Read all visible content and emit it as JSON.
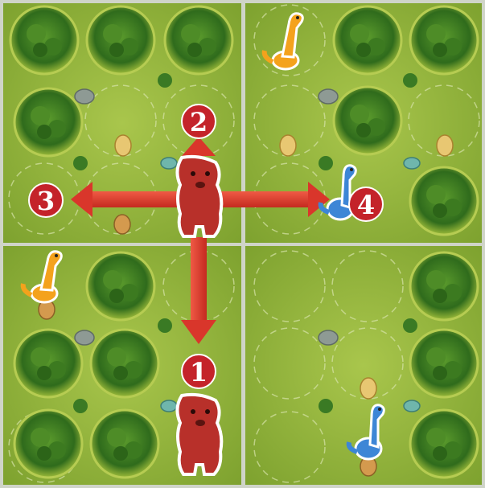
{
  "board": {
    "quadrants": [
      "top-left",
      "top-right",
      "bottom-left",
      "bottom-right"
    ],
    "colors": {
      "grass": "#8fb23a",
      "grass_dark": "#6f9529",
      "bush": "#3d7f22",
      "bush_ring": "#a4bf3e",
      "arrow": "#d9362b",
      "marker": "#c4232a",
      "orange_dino": "#f4a21c",
      "blue_dino": "#3d86d6",
      "red_dino": "#b8302a",
      "egg": "#e6c56a"
    }
  },
  "markers": {
    "m1": "1",
    "m2": "2",
    "m3": "3",
    "m4": "4"
  },
  "icons": {
    "bush": "bush-icon",
    "rock": "rock-icon",
    "egg": "egg-icon",
    "orange_dino": "orange-dinosaur-icon",
    "blue_dino": "blue-dinosaur-icon",
    "red_dino": "red-dinosaur-icon",
    "arrow": "arrow-icon"
  }
}
